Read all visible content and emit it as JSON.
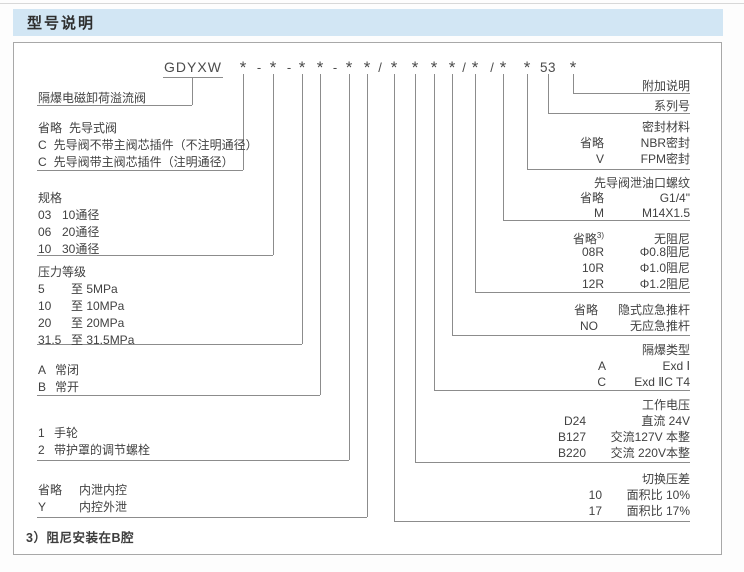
{
  "header": {
    "title": "型号说明"
  },
  "colors": {
    "header_bg": "#d2e6f4",
    "line": "#8c8c8c"
  },
  "model_code": {
    "prefix": "GDYXW",
    "tokens": [
      "*",
      "-",
      "*",
      "-",
      "*",
      "*",
      "-",
      "*",
      "*",
      "/",
      "*",
      "*",
      "*",
      "*",
      "/",
      "*",
      "/",
      "*",
      "*",
      "53",
      "*"
    ]
  },
  "left_groups": [
    {
      "title": "隔爆电磁卸荷溢流阀"
    },
    {
      "rows": [
        {
          "code": "省略",
          "desc": "先导式阀"
        },
        {
          "code": "C",
          "desc": "先导阀不带主阀芯插件（不注明通径）"
        },
        {
          "code": "C",
          "desc": "先导阀带主阀芯插件（注明通径）"
        }
      ]
    },
    {
      "title": "规格",
      "rows": [
        {
          "code": "03",
          "desc": "10通径"
        },
        {
          "code": "06",
          "desc": "20通径"
        },
        {
          "code": "10",
          "desc": "30通径"
        }
      ]
    },
    {
      "title": "压力等级",
      "rows": [
        {
          "code": "5",
          "desc": "至 5MPa"
        },
        {
          "code": "10",
          "desc": "至 10MPa"
        },
        {
          "code": "20",
          "desc": "至 20MPa"
        },
        {
          "code": "31.5",
          "desc": "至 31.5MPa"
        }
      ]
    },
    {
      "rows": [
        {
          "code": "A",
          "desc": "常闭"
        },
        {
          "code": "B",
          "desc": "常开"
        }
      ]
    },
    {
      "rows": [
        {
          "code": "1",
          "desc": "手轮"
        },
        {
          "code": "2",
          "desc": "带护罩的调节螺栓"
        }
      ]
    },
    {
      "rows": [
        {
          "code": "省略",
          "desc": "内泄内控"
        },
        {
          "code": "Y",
          "desc": "内控外泄"
        }
      ]
    }
  ],
  "right_groups": [
    {
      "title": "附加说明"
    },
    {
      "title": "系列号"
    },
    {
      "title": "密封材料",
      "rows": [
        {
          "code": "省略",
          "desc": "NBR密封"
        },
        {
          "code": "V",
          "desc": "FPM密封"
        }
      ]
    },
    {
      "title": "先导阀泄油口螺纹",
      "rows": [
        {
          "code": "省略",
          "desc": "G1/4\""
        },
        {
          "code": "M",
          "desc": "M14X1.5"
        }
      ]
    },
    {
      "rows": [
        {
          "code": "省略",
          "code_sup": "3)",
          "desc": "无阻尼"
        },
        {
          "code": "08R",
          "desc": "Φ0.8阻尼"
        },
        {
          "code": "10R",
          "desc": "Φ1.0阻尼"
        },
        {
          "code": "12R",
          "desc": "Φ1.2阻尼"
        }
      ]
    },
    {
      "rows": [
        {
          "code": "省略",
          "desc": "隐式应急推杆"
        },
        {
          "code": "NO",
          "desc": "无应急推杆"
        }
      ]
    },
    {
      "title": "隔爆类型",
      "rows": [
        {
          "code": "A",
          "desc": "Exd Ⅰ"
        },
        {
          "code": "C",
          "desc": "Exd ⅡC T4"
        }
      ]
    },
    {
      "title": "工作电压",
      "rows": [
        {
          "code": "D24",
          "desc": "直流 24V"
        },
        {
          "code": "B127",
          "desc": "交流127V 本整"
        },
        {
          "code": "B220",
          "desc": "交流 220V本整"
        }
      ]
    },
    {
      "title": "切换压差",
      "rows": [
        {
          "code": "10",
          "desc": "面积比 10%"
        },
        {
          "code": "17",
          "desc": "面积比 17%"
        }
      ]
    }
  ],
  "footnote": "3）阻尼安装在B腔"
}
